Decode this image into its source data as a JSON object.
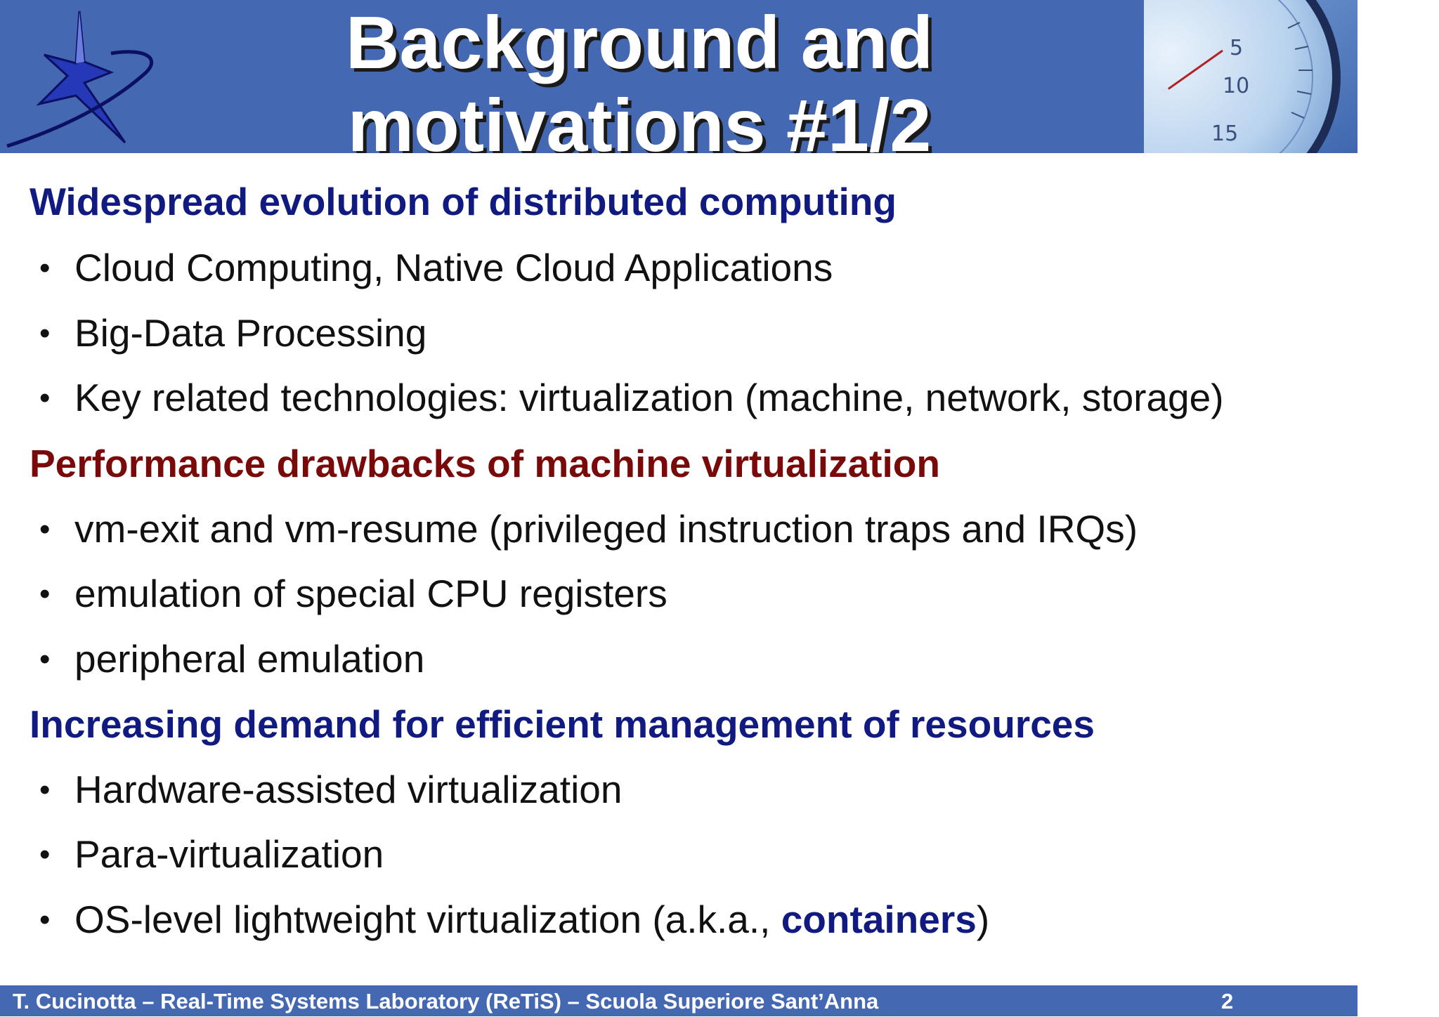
{
  "header": {
    "title_line1": "Background and",
    "title_line2": "motivations #1/2"
  },
  "sections": [
    {
      "heading": "Widespread evolution of distributed computing",
      "color": "#101a80",
      "bullets": [
        "Cloud Computing, Native Cloud Applications",
        "Big-Data Processing",
        "Key related technologies: virtualization (machine, network, storage)"
      ]
    },
    {
      "heading": "Performance drawbacks of machine virtualization",
      "color": "#7a0a0a",
      "bullets": [
        "vm-exit and vm-resume (privileged instruction traps and IRQs)",
        "emulation of special CPU registers",
        "peripheral emulation"
      ]
    },
    {
      "heading": "Increasing demand for efficient management of resources",
      "color": "#101a80",
      "bullets": [
        "Hardware-assisted virtualization",
        "Para-virtualization"
      ],
      "last_bullet": {
        "before": "OS-level lightweight virtualization (a.k.a., ",
        "emphasis": "containers",
        "after": ")"
      }
    }
  ],
  "footer": {
    "text": "T. Cucinotta – Real-Time Systems Laboratory (ReTiS) – Scuola Superiore Sant’Anna",
    "page_number": "2"
  },
  "colors": {
    "header_bg": "#4568b3",
    "heading_blue": "#101a80",
    "heading_red": "#7a0a0a",
    "emphasis_blue": "#101a80"
  },
  "icons": {
    "logo": "retis-star-logo",
    "header_image": "stopwatch-image"
  }
}
